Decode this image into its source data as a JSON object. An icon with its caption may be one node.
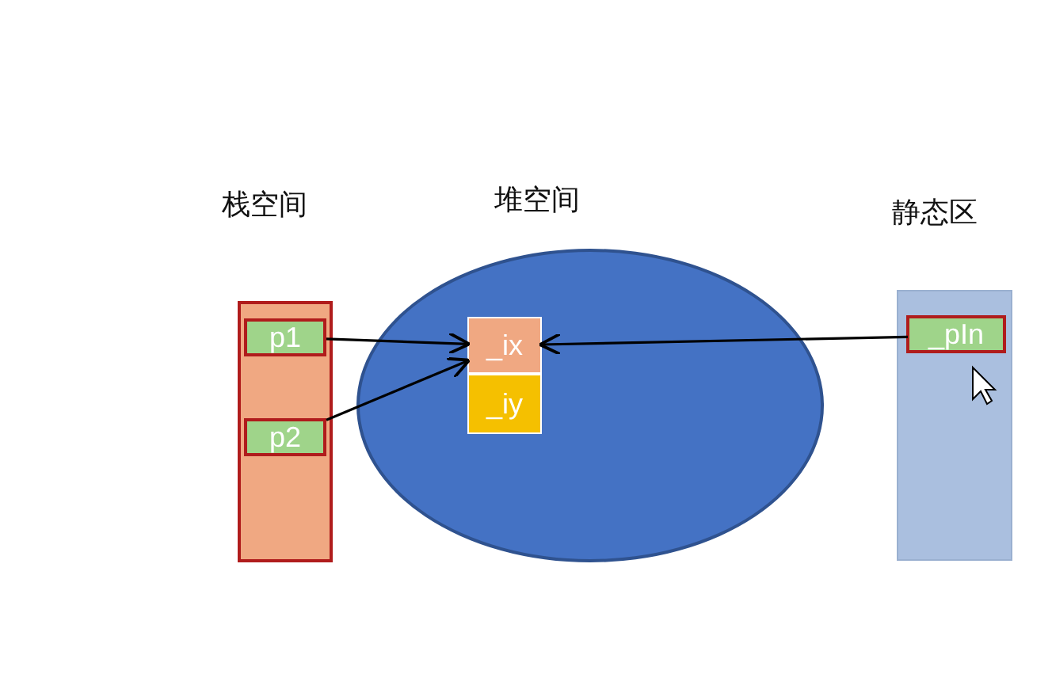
{
  "diagram": {
    "nodes": [
      {
        "text": [
          "栈空间"
        ]
      },
      {
        "text": [
          "p1"
        ],
        "in": 0
      },
      {
        "text": [
          "p2"
        ],
        "in": 0
      },
      {
        "text": [
          "堆空间"
        ]
      },
      {
        "text": [
          "_ix"
        ],
        "in": 3
      },
      {
        "text": [
          "_iy"
        ],
        "in": 3
      },
      {
        "text": [
          "静态区"
        ]
      },
      {
        "text": [
          "_pIn"
        ],
        "in": 6
      }
    ],
    "edges": [
      {
        "from": 1,
        "to": 4,
        "arrow": "to"
      },
      {
        "from": 2,
        "to": 4,
        "arrow": "to"
      },
      {
        "from": 7,
        "to": 4,
        "arrow": "to"
      }
    ]
  }
}
